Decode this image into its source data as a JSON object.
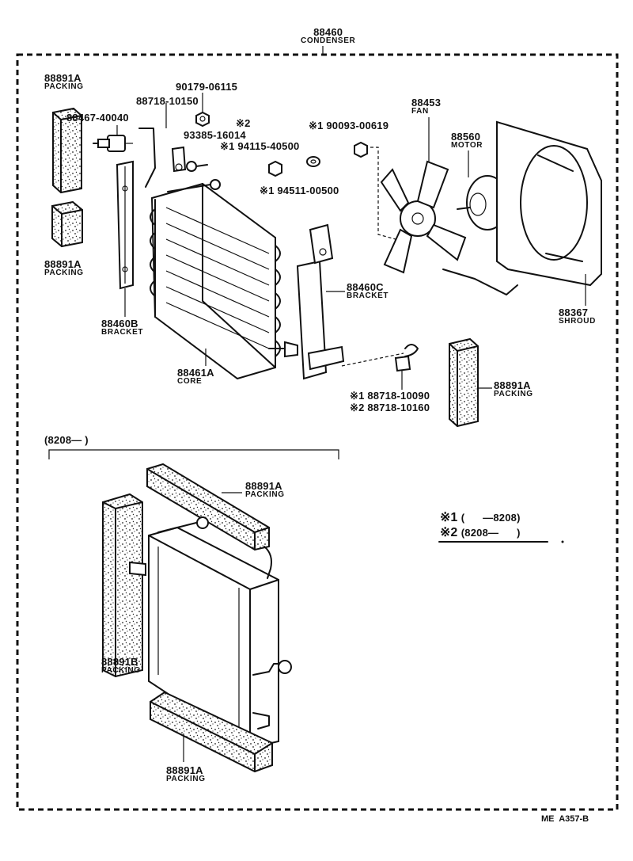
{
  "assembly": {
    "part_no": "88460",
    "name": "CONDENSER"
  },
  "labels": {
    "packing_top_left": {
      "part_no": "88891A",
      "name": "PACKING"
    },
    "packing_mid_left": {
      "part_no": "88891A",
      "name": "PACKING"
    },
    "packing_right": {
      "part_no": "88891A",
      "name": "PACKING"
    },
    "bracket_left": {
      "part_no": "88460B",
      "name": "BRACKET"
    },
    "bracket_right": {
      "part_no": "88460C",
      "name": "BRACKET"
    },
    "core": {
      "part_no": "88461A",
      "name": "CORE"
    },
    "fan": {
      "part_no": "88453",
      "name": "FAN"
    },
    "motor": {
      "part_no": "88560",
      "name": "MOTOR"
    },
    "shroud": {
      "part_no": "88367",
      "name": "SHROUD"
    },
    "nut_top": {
      "part_no": "90179-06115"
    },
    "clamp_top": {
      "part_no": "88718-10150"
    },
    "switch": {
      "part_no": "88467-40040"
    },
    "note_2": {
      "part_no": "※2"
    },
    "bolt": {
      "part_no": "93385-16014"
    },
    "nut_1": {
      "part_no": "※1 94115-40500"
    },
    "nut_2": {
      "part_no": "※1 90093-00619"
    },
    "washer": {
      "part_no": "※1 94511-00500"
    },
    "clamp_bottom_1": {
      "part_no": "※1 88718-10090"
    },
    "clamp_bottom_2": {
      "part_no": "※2 88718-10160"
    },
    "lower_range": {
      "text": "(8208—      )"
    },
    "lower_packing_top": {
      "part_no": "88891A",
      "name": "PACKING"
    },
    "lower_packing_side": {
      "part_no": "88891B",
      "name": "PACKING"
    },
    "lower_packing_bot": {
      "part_no": "88891A",
      "name": "PACKING"
    }
  },
  "legend": {
    "row1": {
      "mark": "※1",
      "text": "(      —8208)"
    },
    "row2": {
      "mark": "※2",
      "text": "(8208—      )"
    }
  },
  "reference": "ME  A357-B"
}
